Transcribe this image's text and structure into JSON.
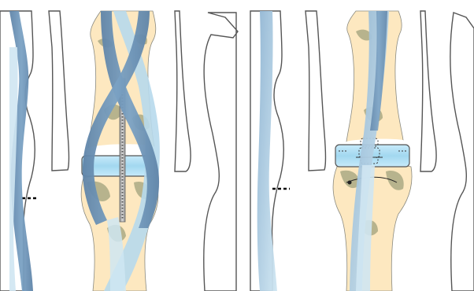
{
  "figure": {
    "panels": [
      {
        "id": "left",
        "implant": "spacer-with-intramedullary-pin"
      },
      {
        "id": "right",
        "implant": "spacer-with-cross-pins"
      }
    ],
    "colors": {
      "bone": "#fde8c0",
      "marrow": "#b3b08a",
      "tendon_dark": "#7196b8",
      "tendon_light": "#b7d9ec",
      "tendon_pale": "#cfe6f2",
      "spacer": "#a8dcf2",
      "spacer_stroke": "#555555",
      "pin": "#a8a8a8",
      "outline": "#555555"
    }
  }
}
